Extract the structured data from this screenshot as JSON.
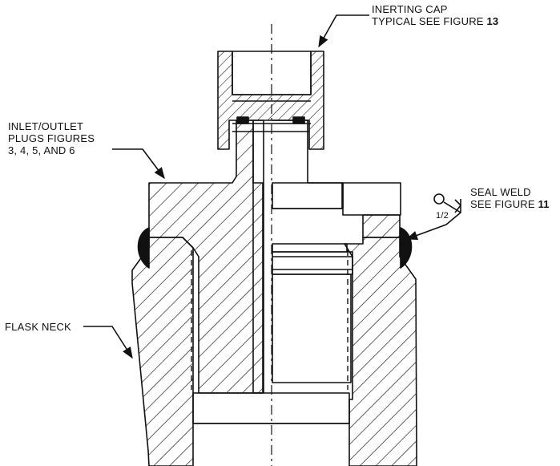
{
  "labels": {
    "inerting_cap_line1": "INERTING CAP",
    "inerting_cap_line2": "TYPICAL SEE FIGURE",
    "inerting_cap_fig": "13",
    "plugs_line1": "INLET/OUTLET",
    "plugs_line2": "PLUGS FIGURES",
    "plugs_line3": "3, 4, 5, AND 6",
    "seal_weld_line1": "SEAL WELD",
    "seal_weld_line2": "SEE FIGURE",
    "seal_weld_fig": "11",
    "weld_size": "1/2",
    "flask_neck": "FLASK NECK"
  },
  "colors": {
    "ink": "#111111",
    "background": "#ffffff"
  }
}
